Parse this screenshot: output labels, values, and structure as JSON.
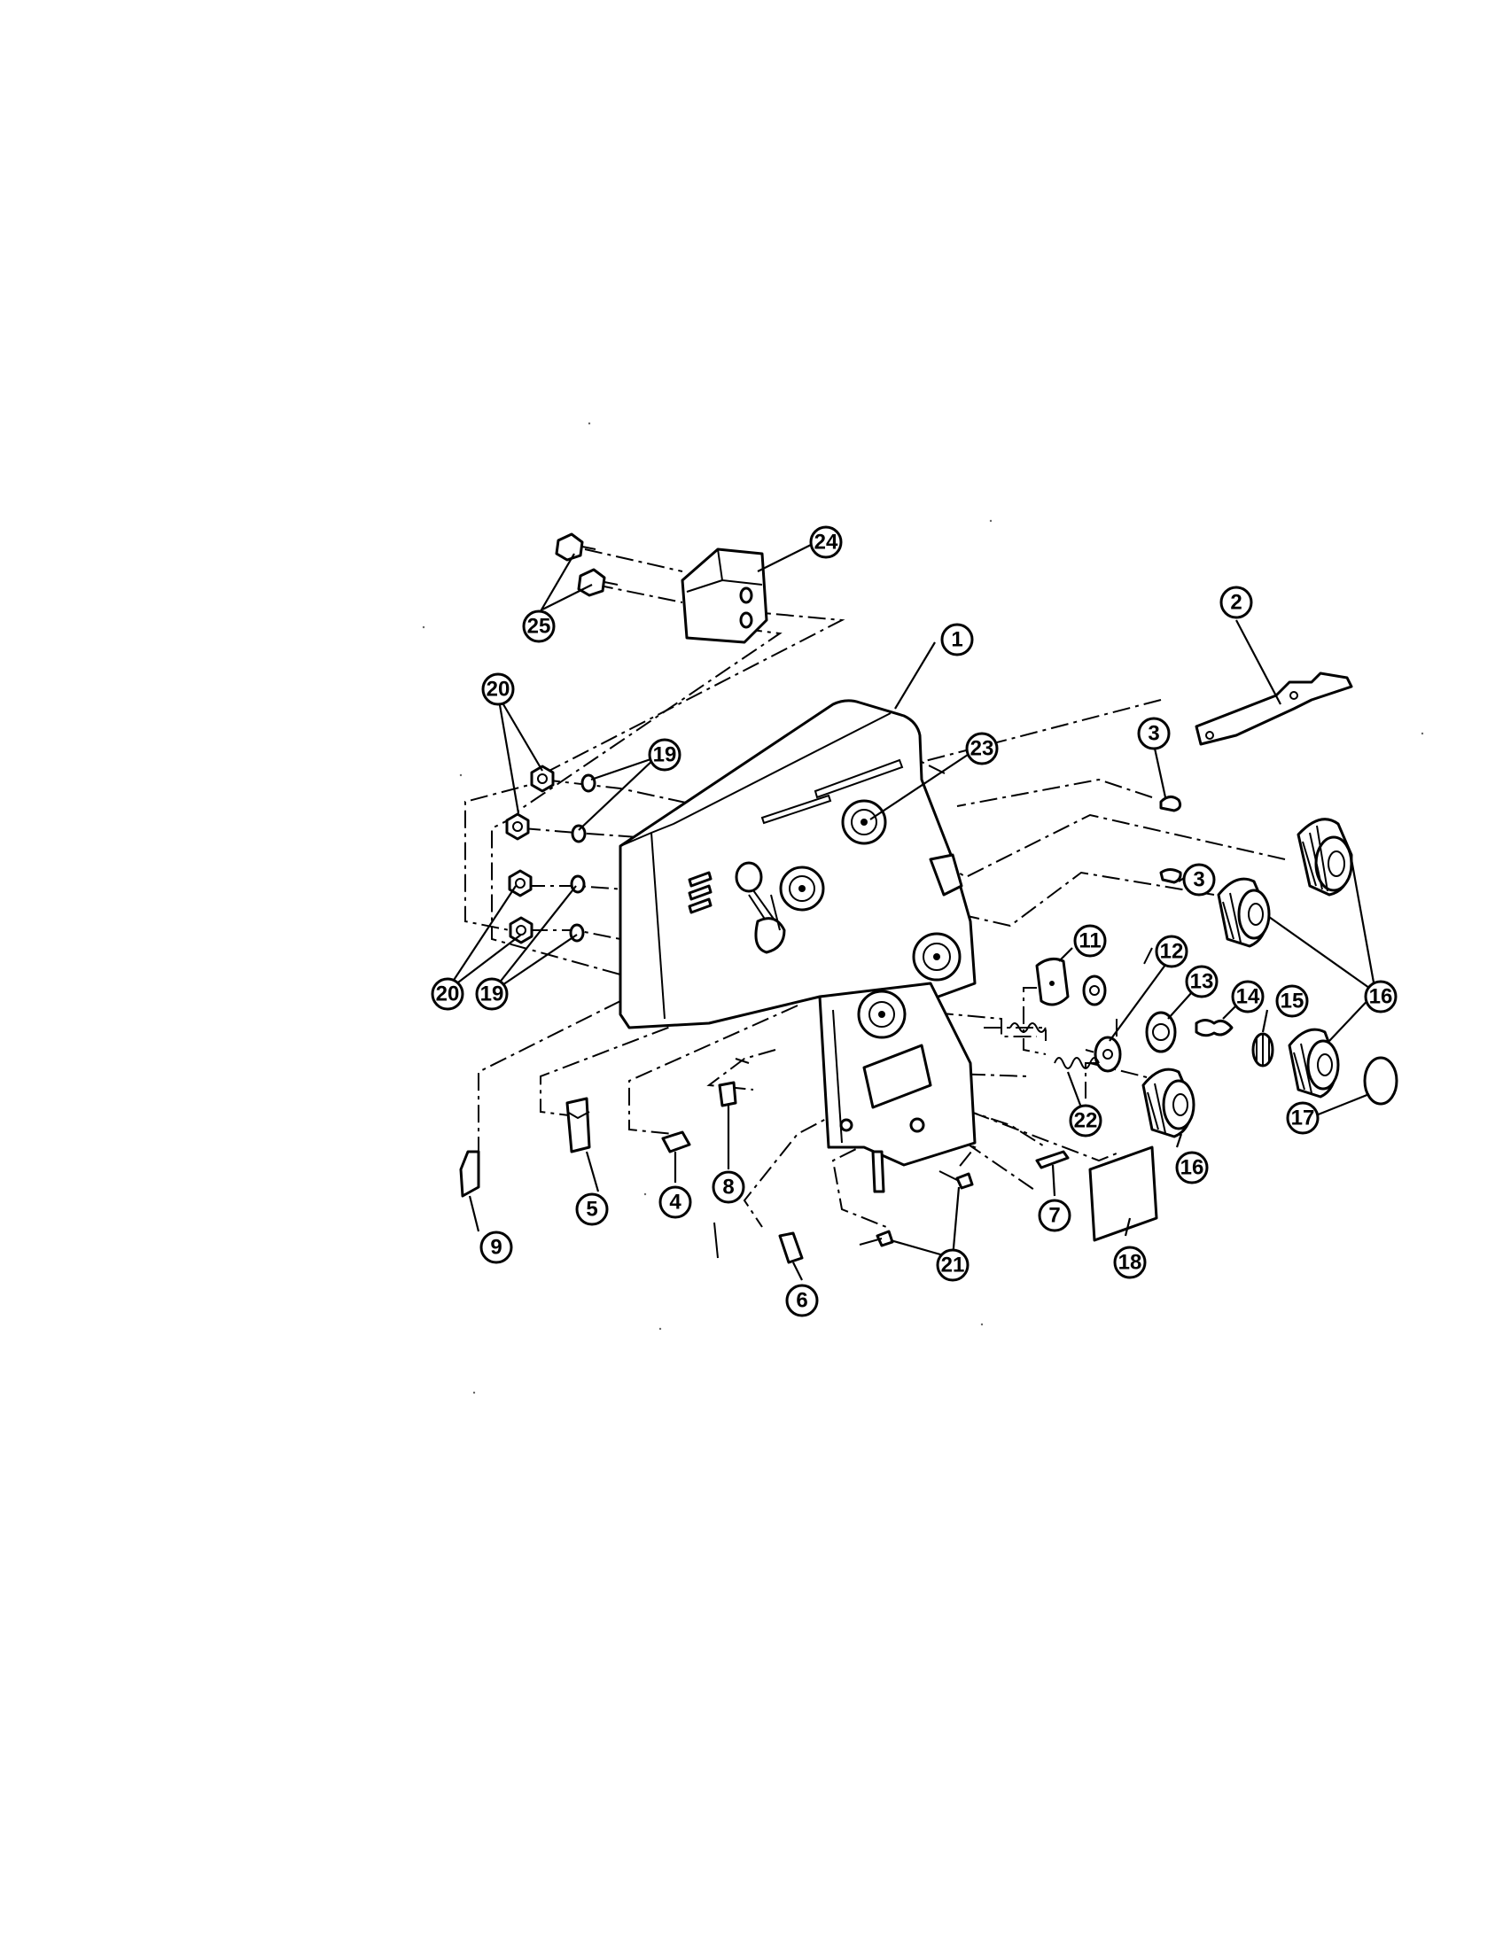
{
  "diagram": {
    "callouts": [
      {
        "id": "c1",
        "label": "1"
      },
      {
        "id": "c2",
        "label": "2"
      },
      {
        "id": "c3a",
        "label": "3"
      },
      {
        "id": "c3b",
        "label": "3"
      },
      {
        "id": "c4",
        "label": "4"
      },
      {
        "id": "c5",
        "label": "5"
      },
      {
        "id": "c6",
        "label": "6"
      },
      {
        "id": "c7",
        "label": "7"
      },
      {
        "id": "c8",
        "label": "8"
      },
      {
        "id": "c9",
        "label": "9"
      },
      {
        "id": "c11",
        "label": "11"
      },
      {
        "id": "c12",
        "label": "12"
      },
      {
        "id": "c13",
        "label": "13"
      },
      {
        "id": "c14",
        "label": "14"
      },
      {
        "id": "c15",
        "label": "15"
      },
      {
        "id": "c16a",
        "label": "16"
      },
      {
        "id": "c16b",
        "label": "16"
      },
      {
        "id": "c17",
        "label": "17"
      },
      {
        "id": "c18",
        "label": "18"
      },
      {
        "id": "c19a",
        "label": "19"
      },
      {
        "id": "c19b",
        "label": "19"
      },
      {
        "id": "c20a",
        "label": "20"
      },
      {
        "id": "c20b",
        "label": "20"
      },
      {
        "id": "c21",
        "label": "21"
      },
      {
        "id": "c22",
        "label": "22"
      },
      {
        "id": "c23",
        "label": "23"
      },
      {
        "id": "c24",
        "label": "24"
      },
      {
        "id": "c25",
        "label": "25"
      }
    ]
  }
}
